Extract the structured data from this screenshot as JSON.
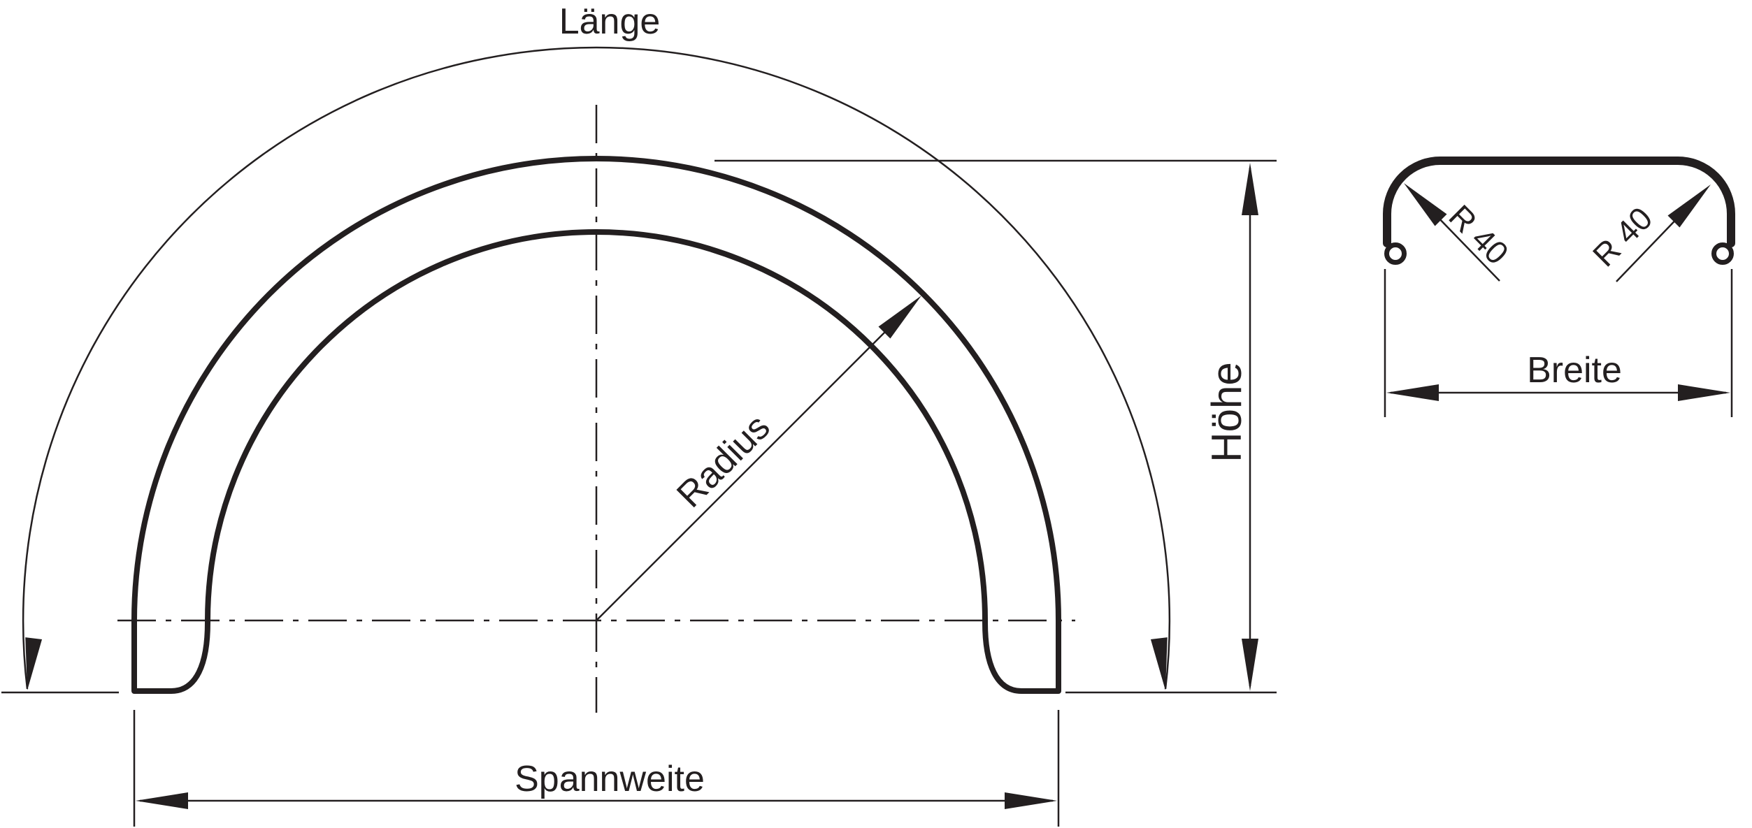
{
  "drawing": {
    "kind": "technical-dimension-drawing",
    "colors": {
      "ink": "#231f20",
      "background": "#ffffff"
    },
    "side_view": {
      "labels": {
        "arc_length": "Länge",
        "radius": "Radius",
        "height": "Höhe",
        "span": "Spannweite"
      }
    },
    "cross_section": {
      "labels": {
        "corner_radius_left": "R 40",
        "corner_radius_right": "R 40",
        "width": "Breite"
      }
    }
  }
}
